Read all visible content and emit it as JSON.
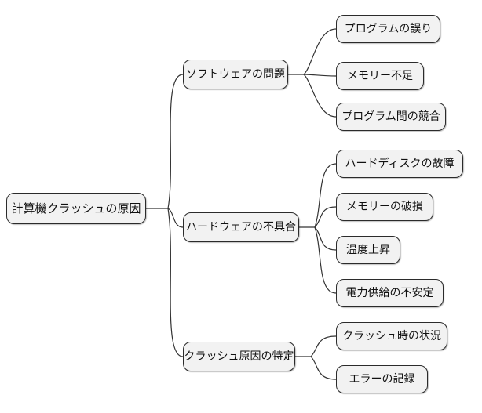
{
  "mindmap": {
    "root": {
      "label": "計算機クラッシュの原因"
    },
    "branches": [
      {
        "label": "ソフトウェアの問題",
        "children": [
          {
            "label": "プログラムの誤り"
          },
          {
            "label": "メモリー不足"
          },
          {
            "label": "プログラム間の競合"
          }
        ]
      },
      {
        "label": "ハードウェアの不具合",
        "children": [
          {
            "label": "ハードディスクの故障"
          },
          {
            "label": "メモリーの破損"
          },
          {
            "label": "温度上昇"
          },
          {
            "label": "電力供給の不安定"
          }
        ]
      },
      {
        "label": "クラッシュ原因の特定",
        "children": [
          {
            "label": "クラッシュ時の状況"
          },
          {
            "label": "エラーの記録"
          }
        ]
      }
    ]
  },
  "colors": {
    "background": "#ffffff",
    "node_fill": "#f2f2f2",
    "node_border": "#2b2b2b",
    "connector": "#333333",
    "text": "#111111"
  }
}
